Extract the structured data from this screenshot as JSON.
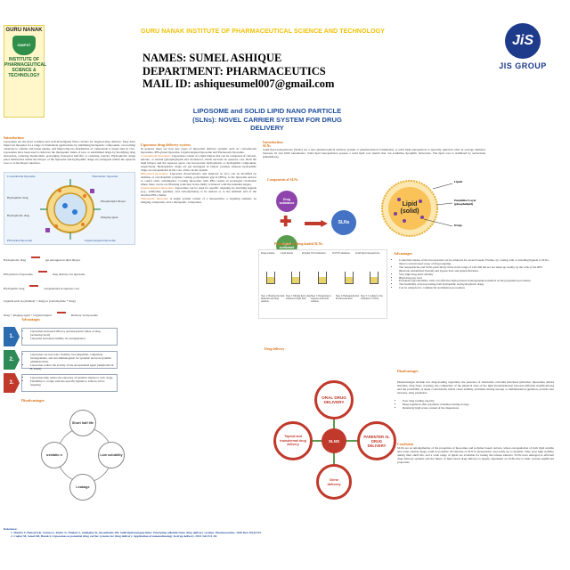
{
  "header": {
    "institute": "GURU NANAK INSTITUTE OF PHARMACEUTICAL SCIENCE AND TECHNOLOGY",
    "name": "NAMES: SUMEL ASHIQUE",
    "department": "DEPARTMENT: PHARMACEUTICS",
    "mail": "MAIL ID: ashiquesumel007@gmail.com",
    "title_line1": "LIPOSOME and SOLID LIPID NANO PARTICLE",
    "title_line2": "(SLNs): NOVEL CARRIER SYSTEM FOR DRUG",
    "title_line3": "DELIVERY"
  },
  "left_logo": {
    "top": "GURU NANAK",
    "shield": "GNIPST",
    "bottom_lines": [
      "INSTITUTE OF",
      "PHARMACEUTICAL",
      "SCIENCE & TECHNOLOGY"
    ]
  },
  "right_logo": {
    "mark": "JiS",
    "text": "JIS GROUP"
  },
  "intro_left": {
    "heading": "Introduction",
    "body": "Liposomes are the most common and well-investigated Nano carriers for targeted drug delivery. They have improved therapies for a range of biomedical applications by stabilizing therapeutic compounds, overcoming obstacles to cellular and tissue uptake, and improving bio distribution of compounds to target sites in vivo. Liposomes have been used to improve the therapeutic index of new or established drugs by modifying drug absorption, reducing metabolism, prolonging biological half-life or reducing toxicity. Hydrophobic drugs place themselves inside the bilayer of the liposome and hydrophilic drugs are entrapped within the aqueous core or at the bilayer interface."
  },
  "liposome_figure": {
    "labels": [
      "Conventional liposome",
      "Theranostic liposome",
      "PEGylated liposome",
      "Ligand-targeted liposome",
      "Hydrophilic drug",
      "Hydrophobic drug",
      "Phospholipid bilayer",
      "Imaging agent"
    ]
  },
  "conjugates": [
    {
      "a": "Hydrophobic drug",
      "b": "get entrapped in lipid bilayer"
    },
    {
      "a": "PEGylation of liposome",
      "b": "drug delivery via liposome"
    },
    {
      "a": "Hydrophilic drug",
      "b": "encapsulated in aqueous core"
    },
    {
      "a": "Ligands such as (antibody + drug) or (carbohydrate + drug)",
      "b": ""
    },
    {
      "a": "Drug + imaging agent + targeted ligand",
      "b": "Delivery via liposome"
    }
  ],
  "advantages_left": {
    "heading": "Advantages",
    "rows": [
      {
        "num": "1.",
        "items": [
          "Liposomes increased efficacy and therapeutic index of drug (actinomycin-D)",
          "Liposome increased stability via encapsulation"
        ]
      },
      {
        "num": "2.",
        "items": [
          "Liposomes are non-toxic, flexible, biocompatible, completely biodegradable, and non-immunogenic for systemic and non-systemic administrations",
          "Liposomes reduce the toxicity of the encapsulated agent (amphotericin B, Taxol)"
        ]
      },
      {
        "num": "3.",
        "items": [
          "Liposomes help reduce the exposure of sensitive tissues to toxic drugs",
          "Flexibility to couple with site-specific ligands to achieve active targeting"
        ]
      }
    ]
  },
  "disadvantages_left": {
    "heading": "Disadvantages",
    "circles": [
      "Short half life",
      "Low solubility",
      "Leakage",
      "oxidatio n"
    ]
  },
  "types": {
    "heading": "Liposome drug delivery system",
    "intro": "In general, there are four key types of liposomal delivery systems such as: conventional liposomes, PEGylated liposome, Ligand-targeted liposome and Theranostic liposome.",
    "para1_label": "Conventional liposomes:",
    "para1": "Liposomes consist of a lipid bilayer that can be composed of cationic, anionic, or neutral (phospho)lipids and cholesterol, which encloses an aqueous core. Both the lipid bilayer and the aqueous space can incorporate hydrophobic or hydrophilic compounds, respectively. Hydrophobic drugs are get entrapped in bilayer position whereas hydrophilic drugs are encapsulated in the core of the carrier system.",
    "para2_label": "PEGylated liposomes:",
    "para2": "Liposome characteristics and behavior in vivo can be modified by addition of a hydrophilic polymer coating, polyethylene glycol (PEG), to the liposome surface to confer steric stabilization. Coating liposomes with PEG results in prolonged circulation times; there can be an offsetting reduction in the ability to interact with the intended targets.",
    "para3_label": "Ligand-targeted liposomes:",
    "para3": "Liposomes can be used for specific targeting by attaching ligands (e.g., antibodies, peptides, and carbohydrates) to its surface or to the terminal end of the attached PEG chains.",
    "para4_label": "Theranostic liposome:",
    "para4": "A single system consist of a nanoparticle, a targeting element, an imaging component, and a therapeutic component."
  },
  "sln_intro": {
    "heading": "Introduction",
    "sub": "SLNs",
    "body": "Solid lipid nanoparticles (SLNs) are a new pharmaceutical delivery system or pharmaceutical formulation. A solid lipid nanoparticle is typically spherical with an average diameter between 10 and 1000 nanometers. Solid lipid nanoparticles possess a solid lipid core matrix that can solubilize lipophilic molecules. The lipid core is stabilized by surfactants (emulsifiers)."
  },
  "components": {
    "heading": "Components of SLNs",
    "drug": "Drug substance",
    "lipid": "Lipid/ surfactant",
    "result": "SLNs",
    "core": "Lipid (solid)",
    "label_lipids": "Lipids",
    "label_emulsifier": "Emulsifier Layer (phospholipid)",
    "label_drugs": "Drugs"
  },
  "preparation": {
    "heading": "Preparation of drug loaded SLNs",
    "top_labels": [
      "Drug solution",
      "Lipid matrix",
      "Polymer W/O emulsion",
      "W/O/W emulsion",
      "Solid lipid nanoparticles"
    ],
    "steps": [
      "Step 1: Heating the lipid materials and drug solution",
      "Step 2: Mixing lipid, drug solution in lipid melt",
      "Step 3: Dispersing in aqueous surfactant solution",
      "Step 4: Homogenization & ultrasonication",
      "Step 5: Cooling for the formation of SLNs"
    ]
  },
  "drug_delivery": {
    "heading": "Drug delivery",
    "center": "SLNS",
    "oral": "ORAL DRUG DELIVERY",
    "parenteral": "PARENTER AL DRUG DELIVERY",
    "topical": "Topical and transdermal drug delivery",
    "gene": "Gene delivery"
  },
  "advantages_right": {
    "heading": "Advantages",
    "items": [
      "Controlled release of the incorporated can be achieved for several weeks. Further, by coating with or attaching ligands to SLNs, there is an increased scope of drug targeting.",
      "The nanoparticles and SLNs particularly those in the range of 120-200 nm are not taken up readily by the cells of the RES (Reticulo endothelial System) and bypass liver and spleen filtration.",
      "Very high long-term stability",
      "High drug pay load",
      "Excellent reproducibility with cost effective high pressure homogenization method as the preparation procedure.",
      "The feasibility of incorporating both hydrophilic and hydrophobic drugs",
      "Can be subjected to commercial sterilization procedures"
    ]
  },
  "disadvantages_right": {
    "heading": "Disadvantages",
    "body": "Disadvantages include low drug-loading capacities, the presence of alternative colloidal structures (micelles, liposomes, mixed micelles, drug Nano crystals), the complexity of the physical state of the lipid (transformation between different modifications) and the possibility of super cooled melts which cause stability problems during storage or administration (gelation, particle size increase, drug expulsion.",
    "items": [
      "Poor drug loading capacity",
      "Drug expulsion after polymeric transition during storage",
      "Relatively high water content of the dispersions"
    ]
  },
  "conclusion": {
    "heading": "Conclusion",
    "body": "SLNs are an amalgamation of the properties of liposomes and polymer based carriers, where encapsulation of both lipid soluble and water soluble drugs could be possible. Production of SLN is inexpensive, and easily up to feasible. They pose high stability during their shelf life, and a wide range of lipids are available for tuning the release kinetics. SLNs have emerged as efficient drug delivery systems and the future of lipid based drug delivery is largely dependent on SLNs due to their various significant properties."
  },
  "references": {
    "heading": "Reference:",
    "items": [
      "1.   Mishra V, Bansal KK, Verma A, Yadav N, Thakur S, Sudhakar K, Rosenholm JM. Solid lipid nanoparticles: Emerging colloidal Nano drug delivery systems. Pharmaceutics. 2018 Dec;10(4):191.",
      "2.   Caglar M, Senel AB, Basak S. Liposomes as potential drug carrier systems for drug delivery. Application of nanotechnology in drug delivery. 2014 Jul 25:1-50."
    ]
  },
  "colors": {
    "yellow": "#f0c20a",
    "title_blue": "#1f4e9c",
    "orange": "#d9741a",
    "arrow_blue": "#4472c4",
    "arrow_red": "#c0392b",
    "arrow_green": "#2e8b57",
    "circle_green": "#5a9c4e",
    "circle_red": "#c0392b",
    "circle_purple": "#8e44ad",
    "jis_blue": "#1e3a8a"
  }
}
